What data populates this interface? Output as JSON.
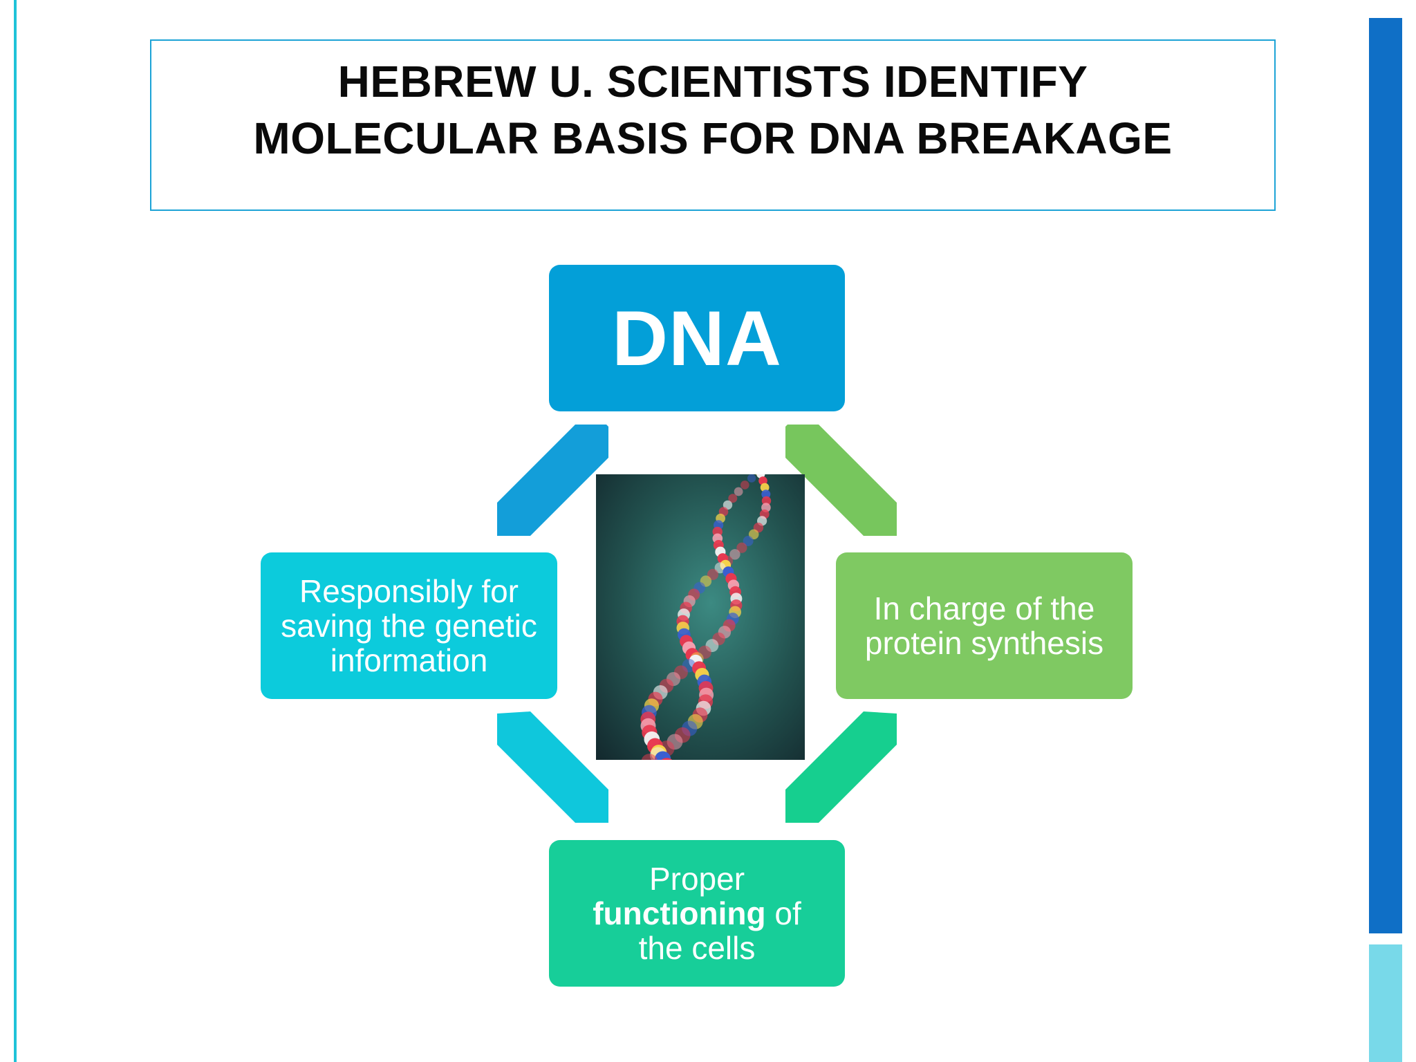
{
  "title": {
    "line1": "HEBREW U. SCIENTISTS IDENTIFY",
    "line2": "MOLECULAR BASIS FOR DNA BREAKAGE"
  },
  "nodes": {
    "top": {
      "label": "DNA"
    },
    "left": {
      "lines": [
        "Responsibly for",
        "saving the genetic",
        "information"
      ]
    },
    "right": {
      "lines": [
        "In charge of the",
        "protein synthesis"
      ]
    },
    "bottom": {
      "line1": "Proper",
      "line2_bold": "functioning",
      "line2_rest": " of",
      "line3": "the cells"
    }
  },
  "image": {
    "subject": "dna-double-helix-photo"
  },
  "colors": {
    "top": "#039fd8",
    "left": "#0ccbdc",
    "right": "#7fc962",
    "bottom": "#17ce99",
    "accent_dark": "#0f6fc6",
    "accent_light": "#78d9e9"
  }
}
